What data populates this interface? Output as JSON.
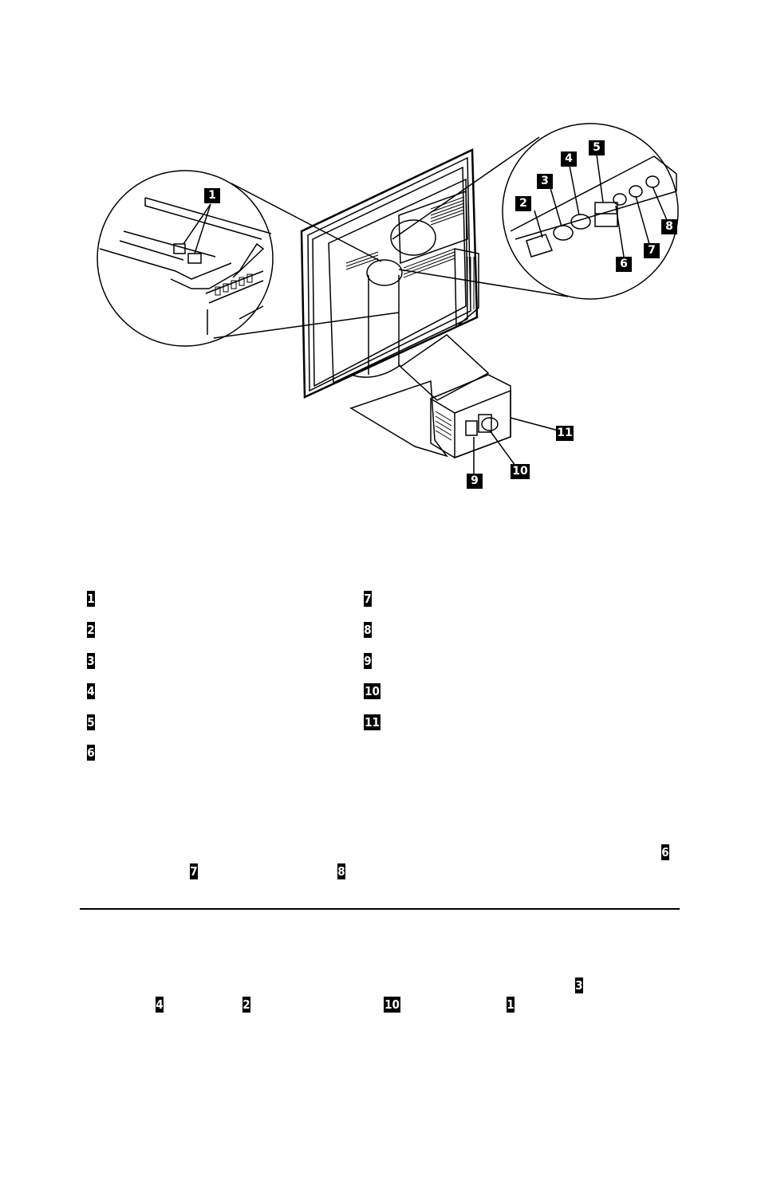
{
  "figure": {
    "callouts": [
      "1",
      "2",
      "3",
      "4",
      "5",
      "6",
      "7",
      "8",
      "9",
      "10",
      "11"
    ]
  },
  "legend": {
    "left": [
      "1",
      "2",
      "3",
      "4",
      "5",
      "6"
    ],
    "right": [
      "7",
      "8",
      "9",
      "10",
      "11"
    ]
  },
  "note_refs": [
    "6",
    "7",
    "8"
  ],
  "note2_refs": [
    "3",
    "4",
    "2",
    "10",
    "1"
  ]
}
